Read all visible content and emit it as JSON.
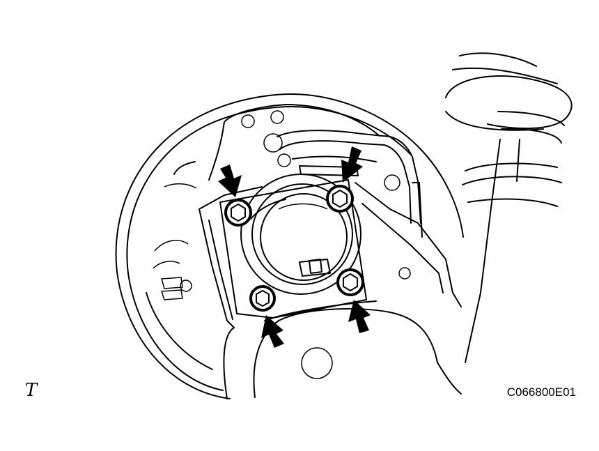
{
  "figure": {
    "corner_mark": "T",
    "figure_code": "C066800E01"
  },
  "arrows": [
    {
      "name": "arrow-upper-left-bolt"
    },
    {
      "name": "arrow-upper-right-bolt"
    },
    {
      "name": "arrow-lower-left-bolt"
    },
    {
      "name": "arrow-lower-right-bolt"
    }
  ],
  "colors": {
    "line": "#000000",
    "background": "#ffffff"
  }
}
